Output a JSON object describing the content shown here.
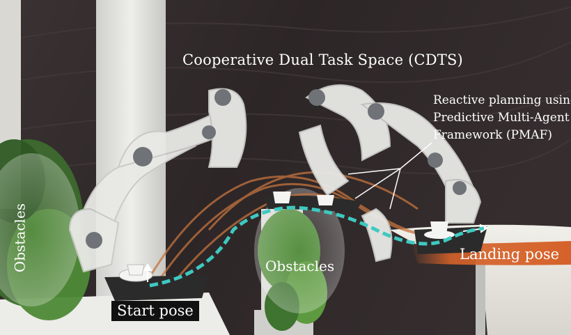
{
  "title": "Cooperative Dual Task Space (CDTS)",
  "planning_label": {
    "lines": [
      "Reactive planning using",
      "Predictive Multi-Agent",
      "Framework (PMAF)"
    ]
  },
  "obstacles_left": "Obstacles",
  "obstacles_middle": "Obstacles",
  "start_pose": "Start pose",
  "landing_pose": "Landing pose",
  "colors": {
    "trajectory": "#3ec9c0",
    "landing_band": "#d5622a",
    "robot": "#e6e6e4",
    "robot_joint": "#6f7277",
    "background": "#2a2526"
  }
}
